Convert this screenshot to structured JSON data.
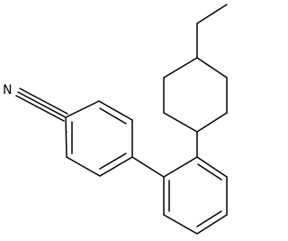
{
  "molecule": {
    "atoms": [
      {
        "id": "nitrile-n",
        "element": "N",
        "label": "N"
      }
    ],
    "colors": {
      "bond": "#000000",
      "background": "#ffffff"
    }
  }
}
